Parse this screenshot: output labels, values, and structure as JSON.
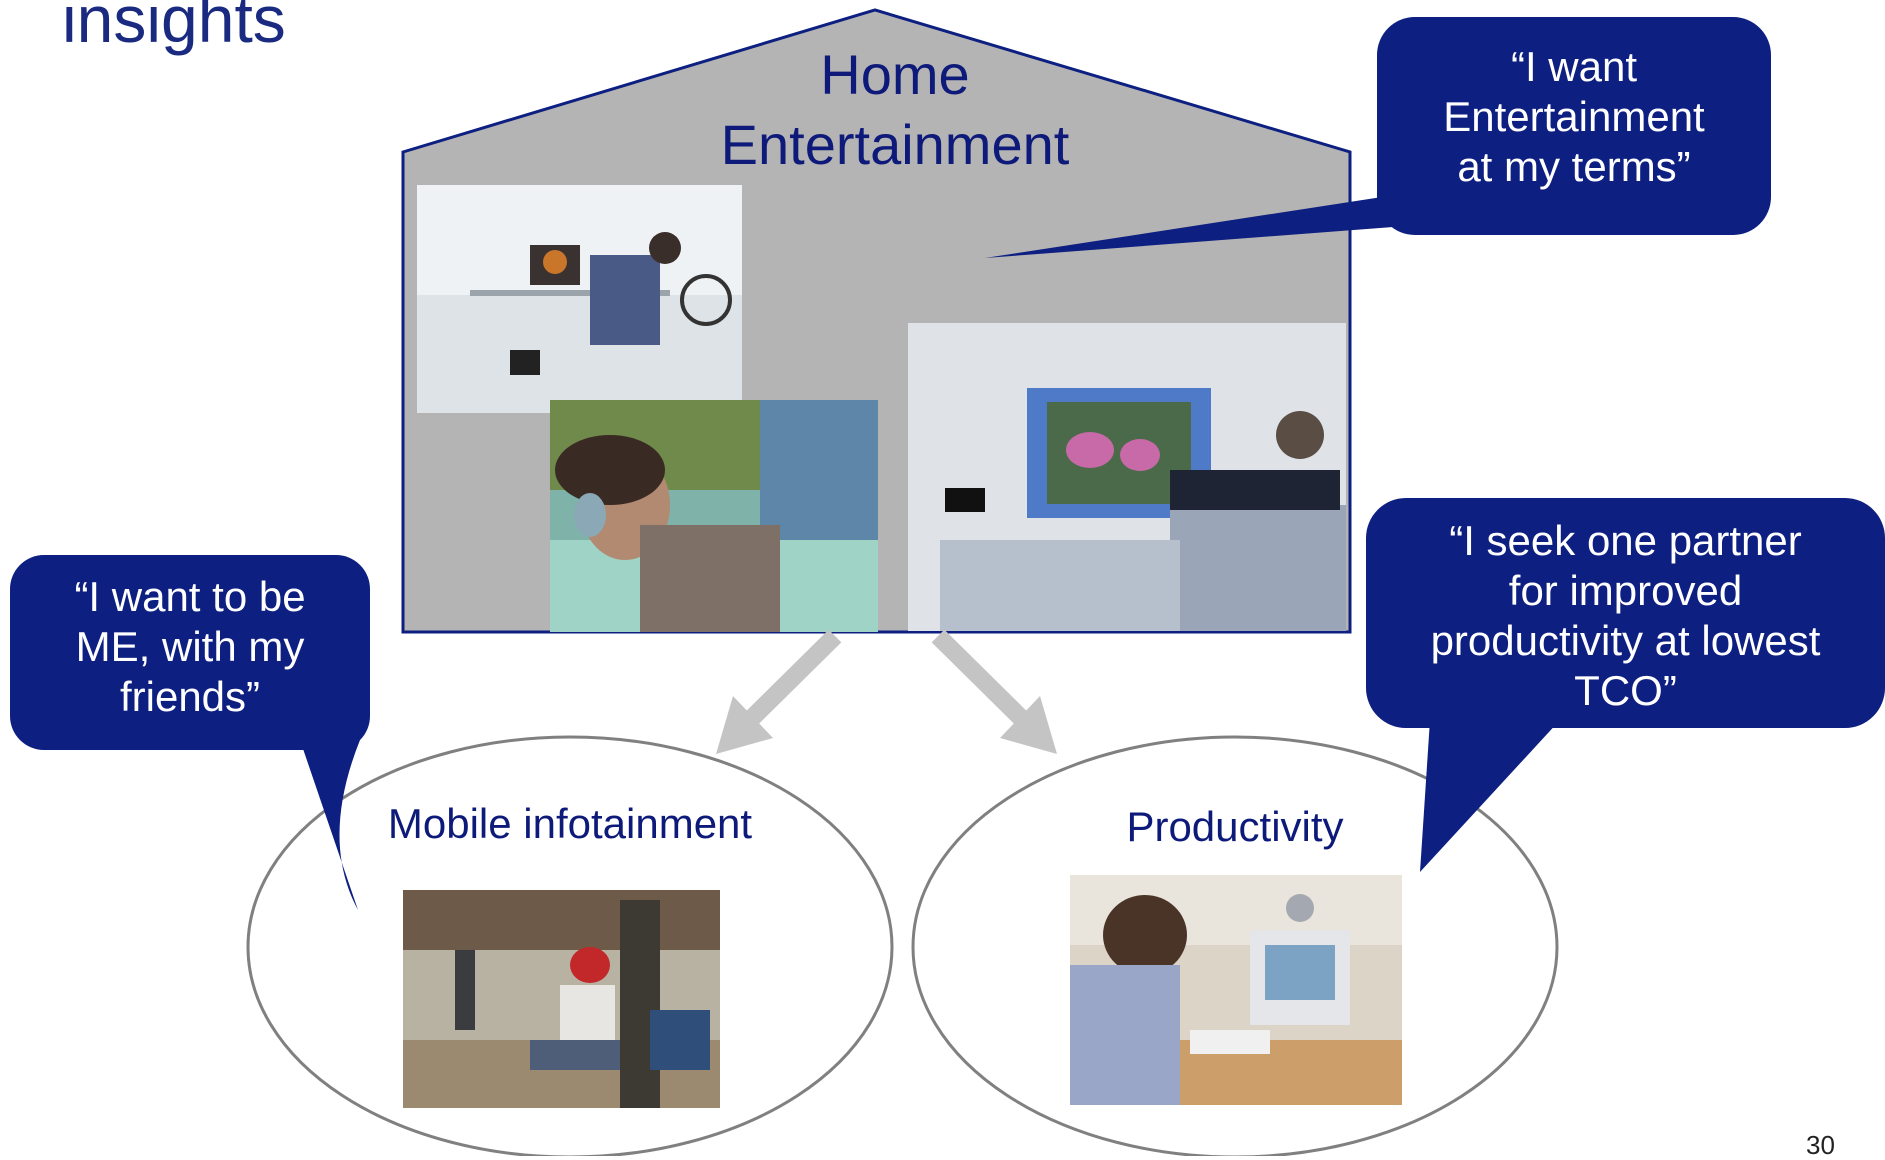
{
  "title": "insights",
  "house": {
    "title_line1": "Home",
    "title_line2": "Entertainment"
  },
  "bubbles": {
    "home": [
      "“I want",
      "Entertainment",
      "at my terms”"
    ],
    "mobile": [
      "“I want to be",
      "ME, with my",
      "friends”"
    ],
    "productivity": [
      "“I seek one partner",
      "for improved",
      "productivity at lowest",
      "TCO”"
    ]
  },
  "ovals": {
    "mobile_label": "Mobile infotainment",
    "productivity_label": "Productivity"
  },
  "page_number": "30",
  "colors": {
    "navy": "#0d1f80",
    "house_fill": "#b4b4b4",
    "arrow": "#c4c4c4",
    "text_blue": "#0d1a7a"
  }
}
